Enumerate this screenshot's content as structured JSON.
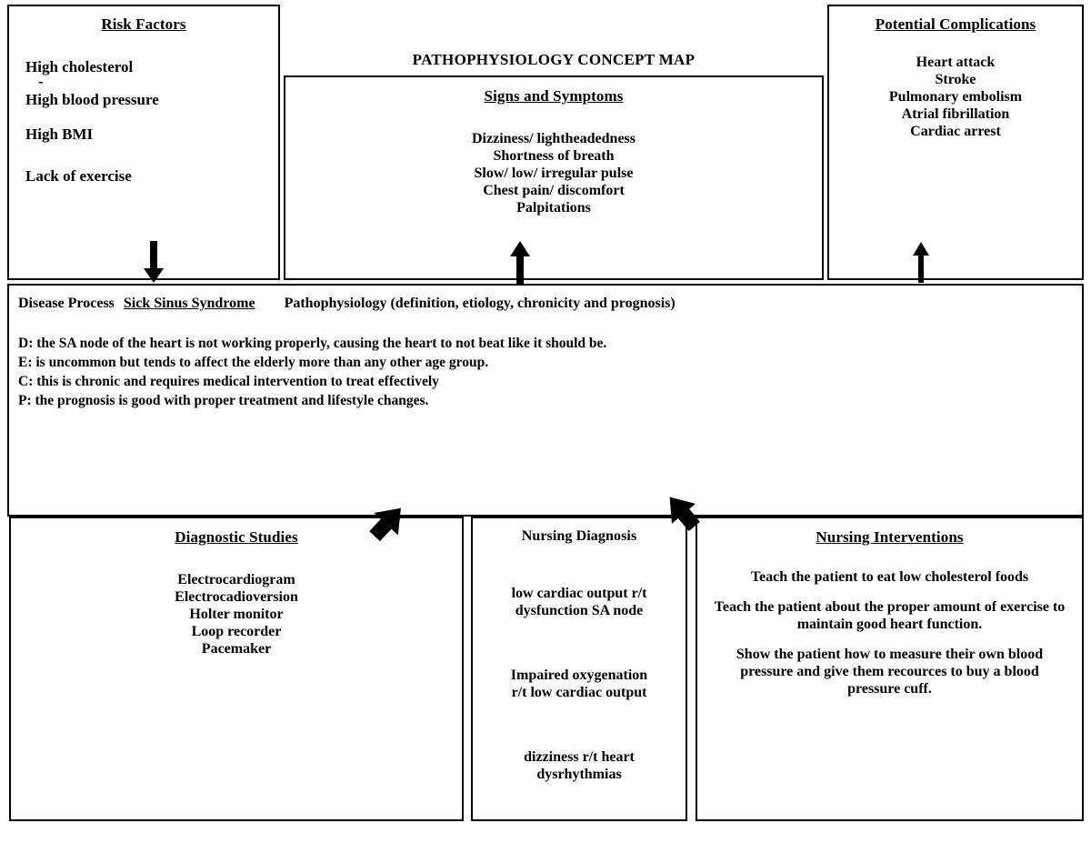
{
  "map": {
    "title": "PATHOPHYSIOLOGY CONCEPT MAP"
  },
  "risk_factors": {
    "title": "Risk Factors",
    "items": [
      "High cholesterol",
      "-",
      "High blood pressure",
      "High BMI",
      "Lack of exercise"
    ]
  },
  "signs_symptoms": {
    "title": "Signs and Symptoms",
    "items": [
      "Dizziness/ lightheadedness",
      "Shortness of breath",
      "Slow/ low/ irregular pulse",
      "Chest pain/ discomfort",
      "Palpitations"
    ]
  },
  "complications": {
    "title": "Potential Complications",
    "items": [
      "Heart attack",
      "Stroke",
      "Pulmonary embolism",
      "Atrial fibrillation",
      "Cardiac arrest"
    ]
  },
  "disease_process": {
    "label": "Disease Process",
    "disease_name": "Sick Sinus Syndrome",
    "subheading": "Pathophysiology (definition, etiology, chronicity and prognosis)",
    "lines": [
      "D: the SA node of the heart is not working properly, causing the heart to not beat like it should be.",
      "E: is uncommon but tends to affect the elderly more than any other age group.",
      "C: this is chronic and requires medical intervention to treat effectively",
      "P: the prognosis is good with proper treatment and lifestyle changes."
    ]
  },
  "diagnostic_studies": {
    "title": "Diagnostic Studies",
    "items": [
      "Electrocardiogram",
      "Electrocadioversion",
      "Holter monitor",
      "Loop recorder",
      "Pacemaker"
    ]
  },
  "nursing_diagnosis": {
    "title": "Nursing Diagnosis",
    "items": [
      "low cardiac output r/t\ndysfunction SA node",
      "Impaired oxygenation\nr/t low cardiac output",
      "dizziness r/t heart\ndysrhythmias"
    ]
  },
  "nursing_interventions": {
    "title": "Nursing Interventions",
    "items": [
      "Teach the patient to eat low cholesterol foods",
      "Teach the patient about the proper amount of exercise to maintain good heart function.",
      "Show the patient how to measure their own blood pressure and give them recources to buy a blood pressure cuff."
    ]
  },
  "arrows": [
    {
      "name": "arrow-risk-to-disease",
      "direction": "down"
    },
    {
      "name": "arrow-disease-to-signs",
      "direction": "up"
    },
    {
      "name": "arrow-disease-to-complications",
      "direction": "up"
    },
    {
      "name": "arrow-disease-to-diagnostics",
      "direction": "down-left"
    },
    {
      "name": "arrow-disease-to-interventions",
      "direction": "down-right"
    }
  ],
  "colors": {
    "stroke": "#000000",
    "background": "#ffffff"
  }
}
